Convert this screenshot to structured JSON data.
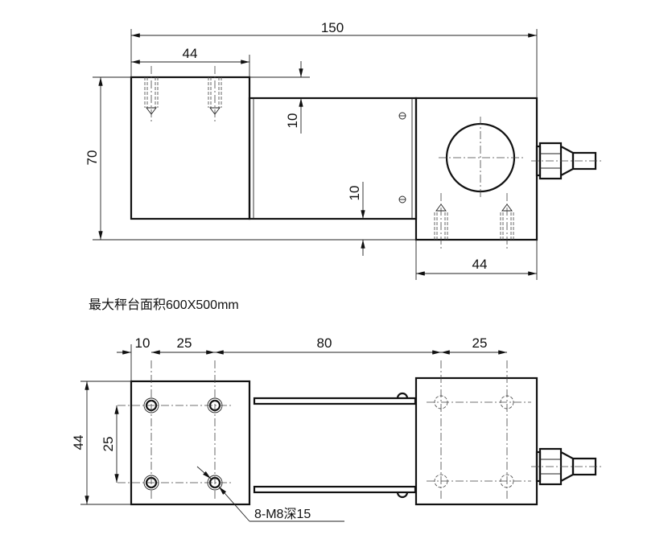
{
  "top_view": {
    "dim_total_length": "150",
    "dim_left_block_width": "44",
    "dim_height": "70",
    "dim_top_offset": "10",
    "dim_bottom_offset": "10",
    "dim_right_block_width": "44"
  },
  "note": "最大秤台面积600X500mm",
  "bottom_view": {
    "dim_edge_to_hole": "10",
    "dim_hole_spacing_left": "25",
    "dim_center_distance": "80",
    "dim_hole_spacing_right": "25",
    "dim_width": "44",
    "dim_hole_spacing_vertical": "25",
    "hole_callout": "8-M8深15"
  }
}
